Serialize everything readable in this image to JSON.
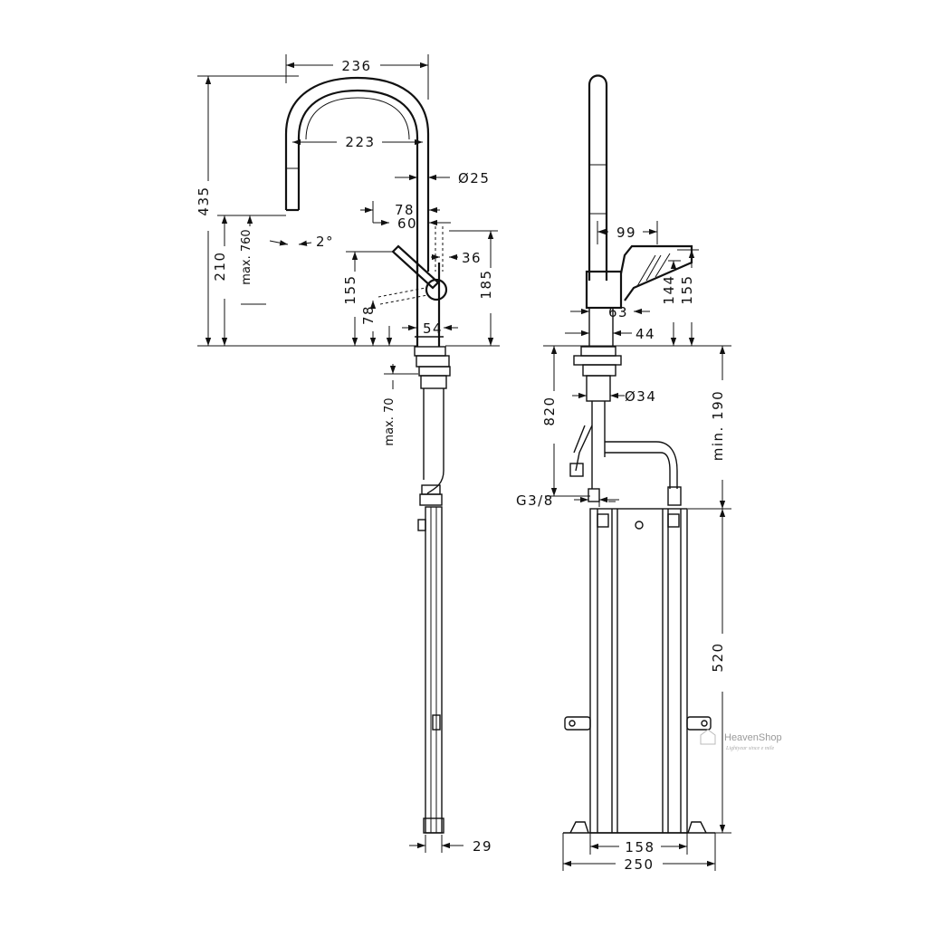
{
  "front_view": {
    "width_spout": "236",
    "width_inner": "223",
    "diameter_tube": "Ø25",
    "total_height": "435",
    "outlet_height": "210",
    "pullout": "max. 760",
    "angle": "2°",
    "lever_reach": "78",
    "lever_offset": "60",
    "body_dia": "36",
    "lever_height": "155",
    "body_height": "185",
    "lever_low": "78",
    "base_width": "54",
    "thickness": "max. 70",
    "box_depth": "29"
  },
  "side_view": {
    "handle_depth": "99",
    "outlet_63": "63",
    "base_44": "44",
    "height_144": "144",
    "height_155": "155",
    "hose_length": "820",
    "shank_dia": "Ø34",
    "thread": "G3/8",
    "min_clearance": "min. 190",
    "box_height": "520",
    "box_inner_width": "158",
    "box_outer_width": "250"
  },
  "watermark": {
    "brand": "HeavenShop",
    "tagline": "Lightyear since e mile"
  }
}
